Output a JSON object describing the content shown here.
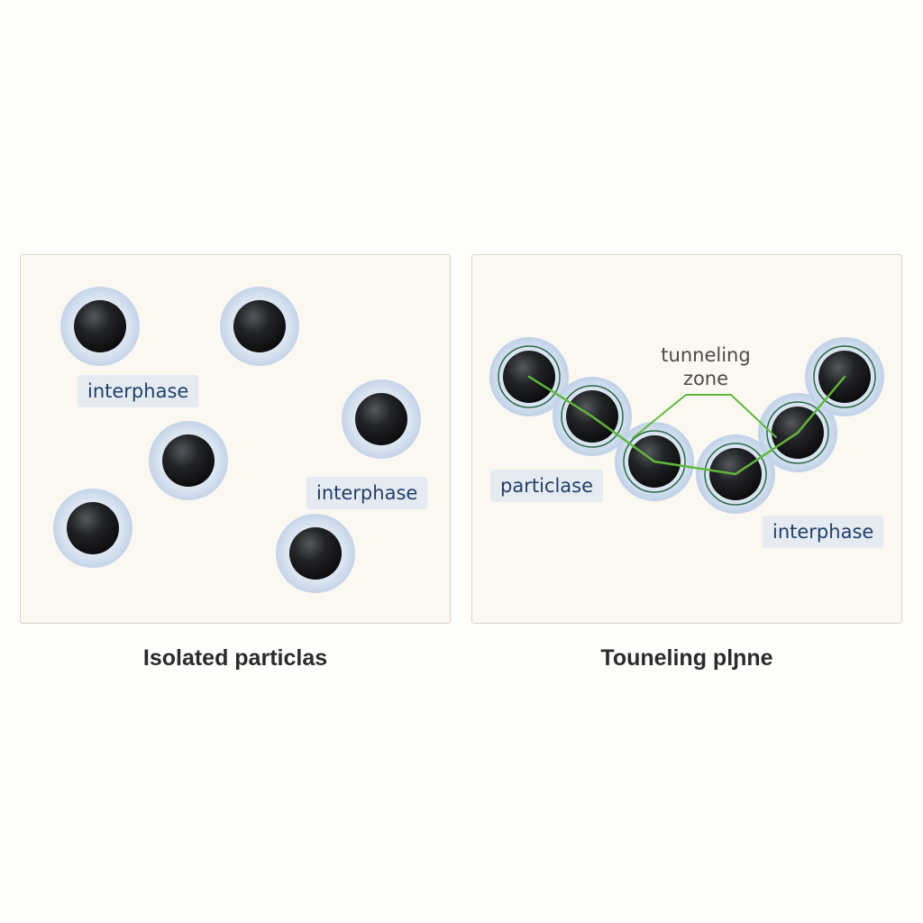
{
  "left_panel": {
    "labels": [
      "interphase",
      "interphase"
    ],
    "caption": "Isolated particlas"
  },
  "right_panel": {
    "zone_label_line1": "tunneling",
    "zone_label_line2": "zone",
    "labels": [
      "particlase",
      "interphase"
    ],
    "caption": "Touneling plɲne"
  },
  "colors": {
    "panel_background": "#fbf8f1",
    "particle_core": "#1c1d1f",
    "interphase_halo": "#c9d8ea",
    "tunneling_path": "#5fb83a",
    "label_text": "#1f3f6b"
  }
}
